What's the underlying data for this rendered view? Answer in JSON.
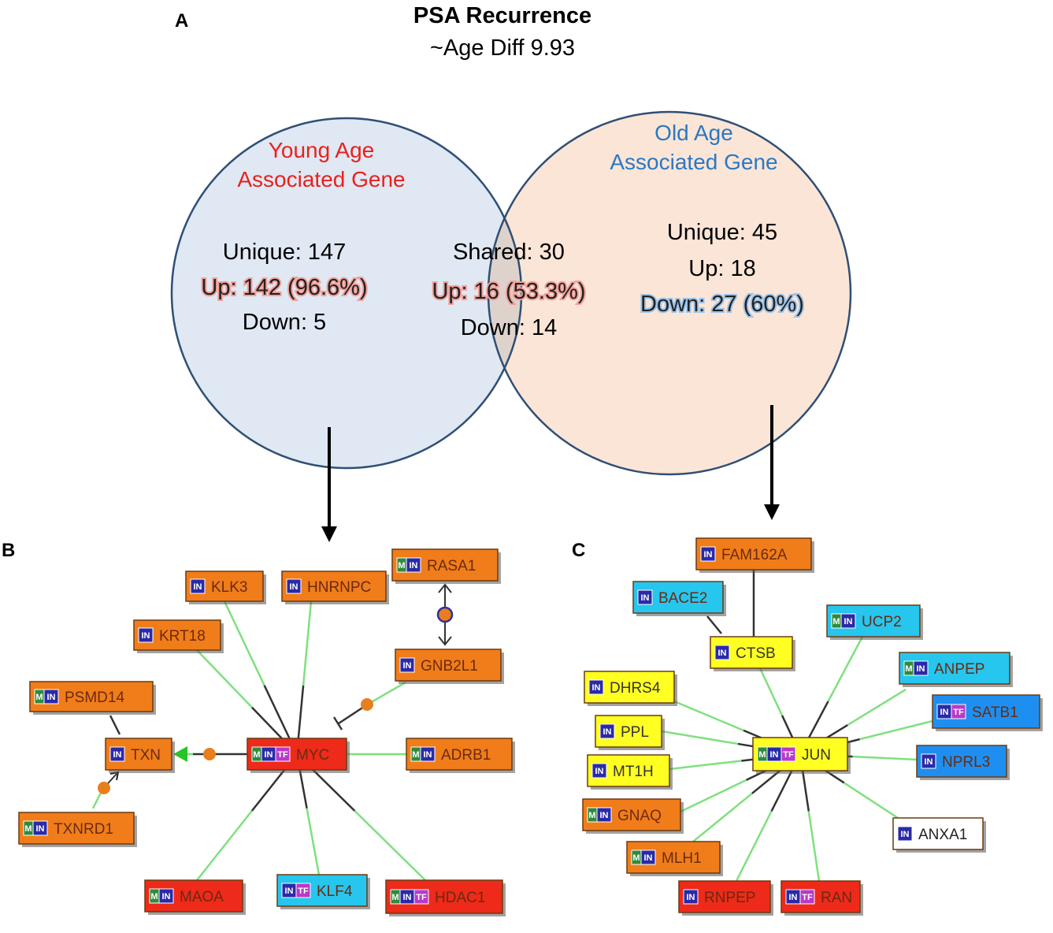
{
  "panels": {
    "a": "A",
    "b": "B",
    "c": "C"
  },
  "title": "PSA Recurrence",
  "subtitle": "~Age Diff 9.93",
  "young": {
    "heading_line1": "Young  Age",
    "heading_line2": "Associated Gene",
    "unique": "Unique: 147",
    "up": "Up: 142 (96.6%)",
    "down": "Down: 5"
  },
  "shared": {
    "label": "Shared: 30",
    "up": "Up: 16 (53.3%)",
    "down": "Down: 14"
  },
  "old": {
    "heading_line1": "Old  Age",
    "heading_line2": "Associated Gene",
    "unique": "Unique: 45",
    "up": "Up: 18",
    "down": "Down: 27 (60%)"
  },
  "colors": {
    "young_circle": "#dfe8f3",
    "old_circle": "#fbe5d6",
    "overlap": "#ddd2cc",
    "circle_stroke": "#2f4f75",
    "young_heading": "#e8211d",
    "old_heading": "#2b78c2",
    "orange": "#f07d1a",
    "red": "#ee2a1a",
    "cyan": "#26c6ee",
    "blue": "#1e8ff0",
    "yellow": "#ffff22",
    "white": "#ffffff",
    "edge_green": "#7fe07f",
    "edge_dark": "#333333",
    "connector": "#e87f1e"
  },
  "network_b": {
    "nodes": [
      {
        "id": "KLK3",
        "label": "KLK3",
        "badges": [
          "IN"
        ],
        "color": "orange"
      },
      {
        "id": "HNRNPC",
        "label": "HNRNPC",
        "badges": [
          "IN"
        ],
        "color": "orange"
      },
      {
        "id": "RASA1",
        "label": "RASA1",
        "badges": [
          "M",
          "IN"
        ],
        "color": "orange"
      },
      {
        "id": "KRT18",
        "label": "KRT18",
        "badges": [
          "IN"
        ],
        "color": "orange"
      },
      {
        "id": "GNB2L1",
        "label": "GNB2L1",
        "badges": [
          "IN"
        ],
        "color": "orange"
      },
      {
        "id": "PSMD14",
        "label": "PSMD14",
        "badges": [
          "M",
          "IN"
        ],
        "color": "orange"
      },
      {
        "id": "TXN",
        "label": "TXN",
        "badges": [
          "IN"
        ],
        "color": "orange"
      },
      {
        "id": "MYC",
        "label": "MYC",
        "badges": [
          "M",
          "IN",
          "TF"
        ],
        "color": "red"
      },
      {
        "id": "ADRB1",
        "label": "ADRB1",
        "badges": [
          "M",
          "IN"
        ],
        "color": "orange"
      },
      {
        "id": "TXNRD1",
        "label": "TXNRD1",
        "badges": [
          "M",
          "IN"
        ],
        "color": "orange"
      },
      {
        "id": "MAOA",
        "label": "MAOA",
        "badges": [
          "M",
          "IN"
        ],
        "color": "red"
      },
      {
        "id": "KLF4",
        "label": "KLF4",
        "badges": [
          "IN",
          "TF"
        ],
        "color": "cyan"
      },
      {
        "id": "HDAC1",
        "label": "HDAC1",
        "badges": [
          "M",
          "IN",
          "TF"
        ],
        "color": "red"
      }
    ]
  },
  "network_c": {
    "nodes": [
      {
        "id": "FAM162A",
        "label": "FAM162A",
        "badges": [
          "IN"
        ],
        "color": "orange"
      },
      {
        "id": "BACE2",
        "label": "BACE2",
        "badges": [
          "IN"
        ],
        "color": "cyan"
      },
      {
        "id": "UCP2",
        "label": "UCP2",
        "badges": [
          "M",
          "IN"
        ],
        "color": "cyan"
      },
      {
        "id": "CTSB",
        "label": "CTSB",
        "badges": [
          "IN"
        ],
        "color": "yellow"
      },
      {
        "id": "ANPEP",
        "label": "ANPEP",
        "badges": [
          "M",
          "IN"
        ],
        "color": "cyan"
      },
      {
        "id": "DHRS4",
        "label": "DHRS4",
        "badges": [
          "IN"
        ],
        "color": "yellow"
      },
      {
        "id": "SATB1",
        "label": "SATB1",
        "badges": [
          "IN",
          "TF"
        ],
        "color": "blue"
      },
      {
        "id": "PPL",
        "label": "PPL",
        "badges": [
          "IN"
        ],
        "color": "yellow"
      },
      {
        "id": "JUN",
        "label": "JUN",
        "badges": [
          "M",
          "IN",
          "TF"
        ],
        "color": "yellow"
      },
      {
        "id": "NPRL3",
        "label": "NPRL3",
        "badges": [
          "IN"
        ],
        "color": "blue"
      },
      {
        "id": "MT1H",
        "label": "MT1H",
        "badges": [
          "IN"
        ],
        "color": "yellow"
      },
      {
        "id": "GNAQ",
        "label": "GNAQ",
        "badges": [
          "M",
          "IN"
        ],
        "color": "orange"
      },
      {
        "id": "ANXA1",
        "label": "ANXA1",
        "badges": [
          "IN"
        ],
        "color": "white"
      },
      {
        "id": "MLH1",
        "label": "MLH1",
        "badges": [
          "M",
          "IN"
        ],
        "color": "orange"
      },
      {
        "id": "RNPEP",
        "label": "RNPEP",
        "badges": [
          "IN"
        ],
        "color": "red"
      },
      {
        "id": "RAN",
        "label": "RAN",
        "badges": [
          "IN",
          "TF"
        ],
        "color": "red"
      }
    ]
  }
}
